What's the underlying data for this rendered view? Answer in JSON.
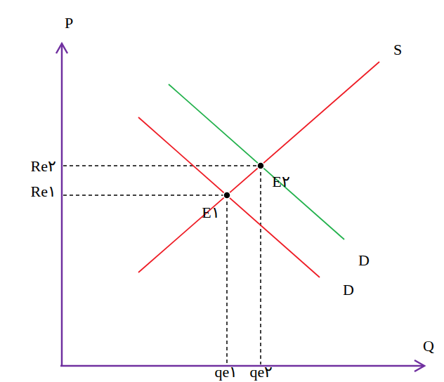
{
  "diagram": {
    "labels": [
      "P",
      "Re۲",
      "Re۱",
      "S",
      "E۲",
      "E۱",
      "D",
      "D",
      "Q",
      "qe۱",
      "qe۲"
    ]
  }
}
